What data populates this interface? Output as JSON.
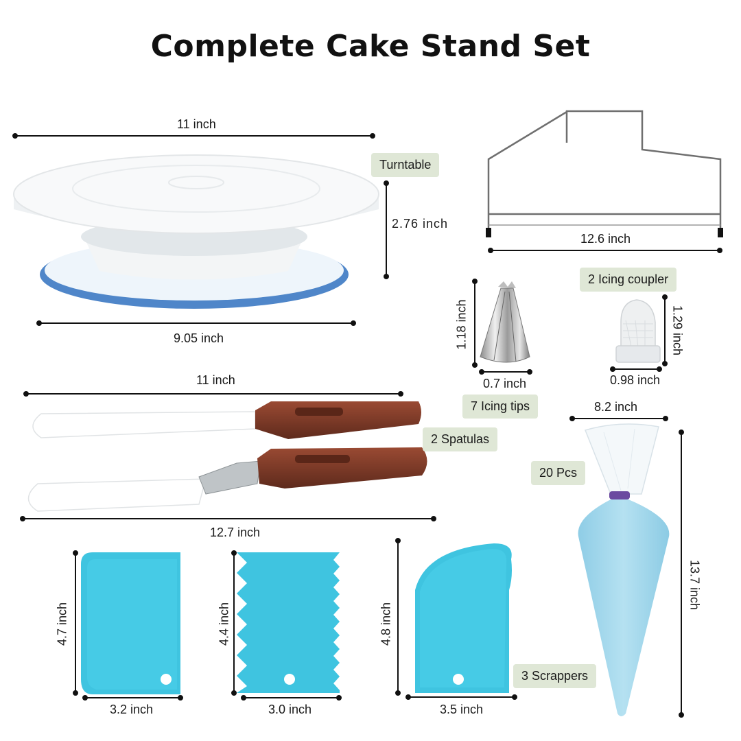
{
  "title": "Complete Cake Stand Set",
  "colors": {
    "tag_bg": "#dfe7d6",
    "blue": "#3fc4e0",
    "handle": "#7a3a28",
    "bag": "#a6d9ec"
  },
  "labels": {
    "turntable": "Turntable",
    "couplers": "2 Icing coupler",
    "tips": "7 Icing tips",
    "spatulas": "2 Spatulas",
    "bags": "20 Pcs",
    "scrapers": "3 Scrappers"
  },
  "dimensions": {
    "turntable_top": "11 inch",
    "turntable_height": "2.76 inch",
    "turntable_base": "9.05 inch",
    "leveler_width": "12.6 inch",
    "tip_height": "1.18 inch",
    "tip_width": "0.7 inch",
    "coupler_height": "1.29 inch",
    "coupler_width": "0.98 inch",
    "spatula_short": "11 inch",
    "spatula_long": "12.7 inch",
    "bag_width": "8.2 inch",
    "bag_length": "13.7 inch",
    "scraper1_height": "4.7 inch",
    "scraper1_width": "3.2 inch",
    "scraper2_height": "4.4 inch",
    "scraper2_width": "3.0 inch",
    "scraper3_height": "4.8 inch",
    "scraper3_width": "3.5 inch"
  }
}
